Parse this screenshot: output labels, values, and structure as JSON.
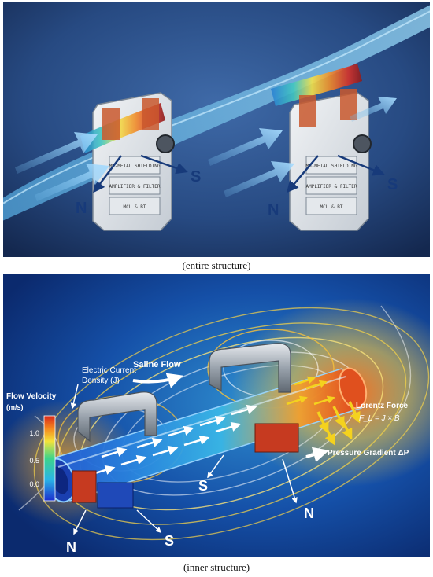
{
  "top_panel": {
    "caption": "(entire structure)",
    "device_labels": {
      "shielding": "MU-METAL SHIELDING",
      "amplifier": "AMPLIFIER & FILTER",
      "mcu": "MCU & BT"
    },
    "pole_labels": {
      "north": "N",
      "south": "S"
    }
  },
  "bottom_panel": {
    "caption": "(inner structure)",
    "legend": {
      "title": "Flow Velocity",
      "unit": "(m/s)",
      "ticks": [
        "1.0",
        "0.5",
        "0.0"
      ]
    },
    "labels": {
      "electric_current": "Electric Current",
      "electric_current_density": "Density (J)",
      "saline_flow": "Saline Flow",
      "lorentz_force": "Lorentz Force",
      "lorentz_formula": "F_L = J × B",
      "pressure_gradient": "Pressure Gradient ΔP",
      "pole_n": "N",
      "pole_s": "S"
    }
  }
}
